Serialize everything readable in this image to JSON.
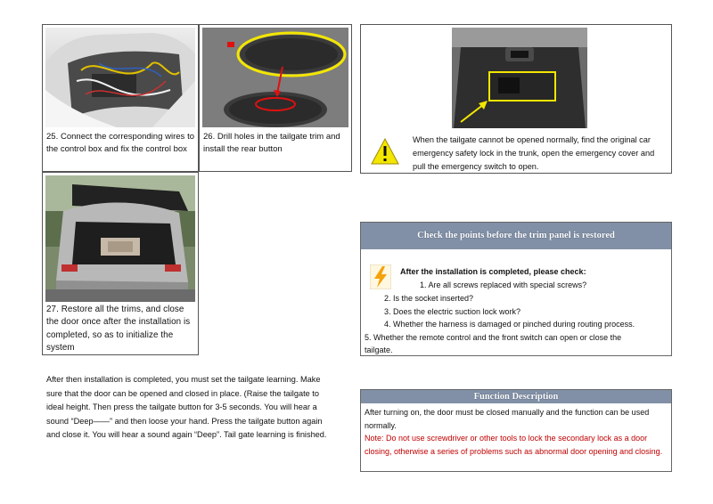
{
  "steps": [
    {
      "number": "25.",
      "caption": "Connect the corresponding wires to the control box and fix the control box"
    },
    {
      "number": "26.",
      "caption": "Drill holes in the tailgate trim and install the rear button"
    },
    {
      "number": "27.",
      "caption": "Restore all the trims, and close the door once after the installation is completed, so as to initialize the system"
    }
  ],
  "emergency": {
    "icon": "warning-icon",
    "text": "When the tailgate cannot be opened normally, find the original car emergency safety lock in the trunk, open the emergency cover and pull the emergency switch to open."
  },
  "checkpoints": {
    "title": "Check the points before the trim panel is restored",
    "icon": "lightning-icon",
    "intro": "After the installation is completed, please check:",
    "items": [
      "1.   Are all screws replaced with special screws?",
      "2.  Is the socket inserted?",
      "3.  Does the electric suction lock work?",
      "4.  Whether the harness is damaged or pinched during routing process.",
      "5.     Whether the remote control and the front switch can open or close the",
      "tailgate."
    ]
  },
  "learning": {
    "lines": [
      "After then installation is completed, you must set the tailgate learning. Make",
      "sure that the door can be opened and closed in place. (Raise the tailgate to",
      "ideal height. Then press the tailgate button for 3-5 seconds. You will hear a",
      "sound “Deep——”  and then loose your hand. Press the tailgate button again",
      "and close it. You will hear a sound again “Deep”. Tail gate learning is finished."
    ]
  },
  "function": {
    "title": "Function Description",
    "normal": "After turning on, the door must be closed manually and the function can be used normally.",
    "note": "Note: Do not use screwdriver or other tools to lock the secondary lock as a door closing, otherwise a series of problems such as abnormal door opening and closing."
  },
  "colors": {
    "header_bg": "#8190a6",
    "note_red": "#c00000",
    "highlight_yellow": "#f3e600",
    "marker_red": "#e01010"
  }
}
